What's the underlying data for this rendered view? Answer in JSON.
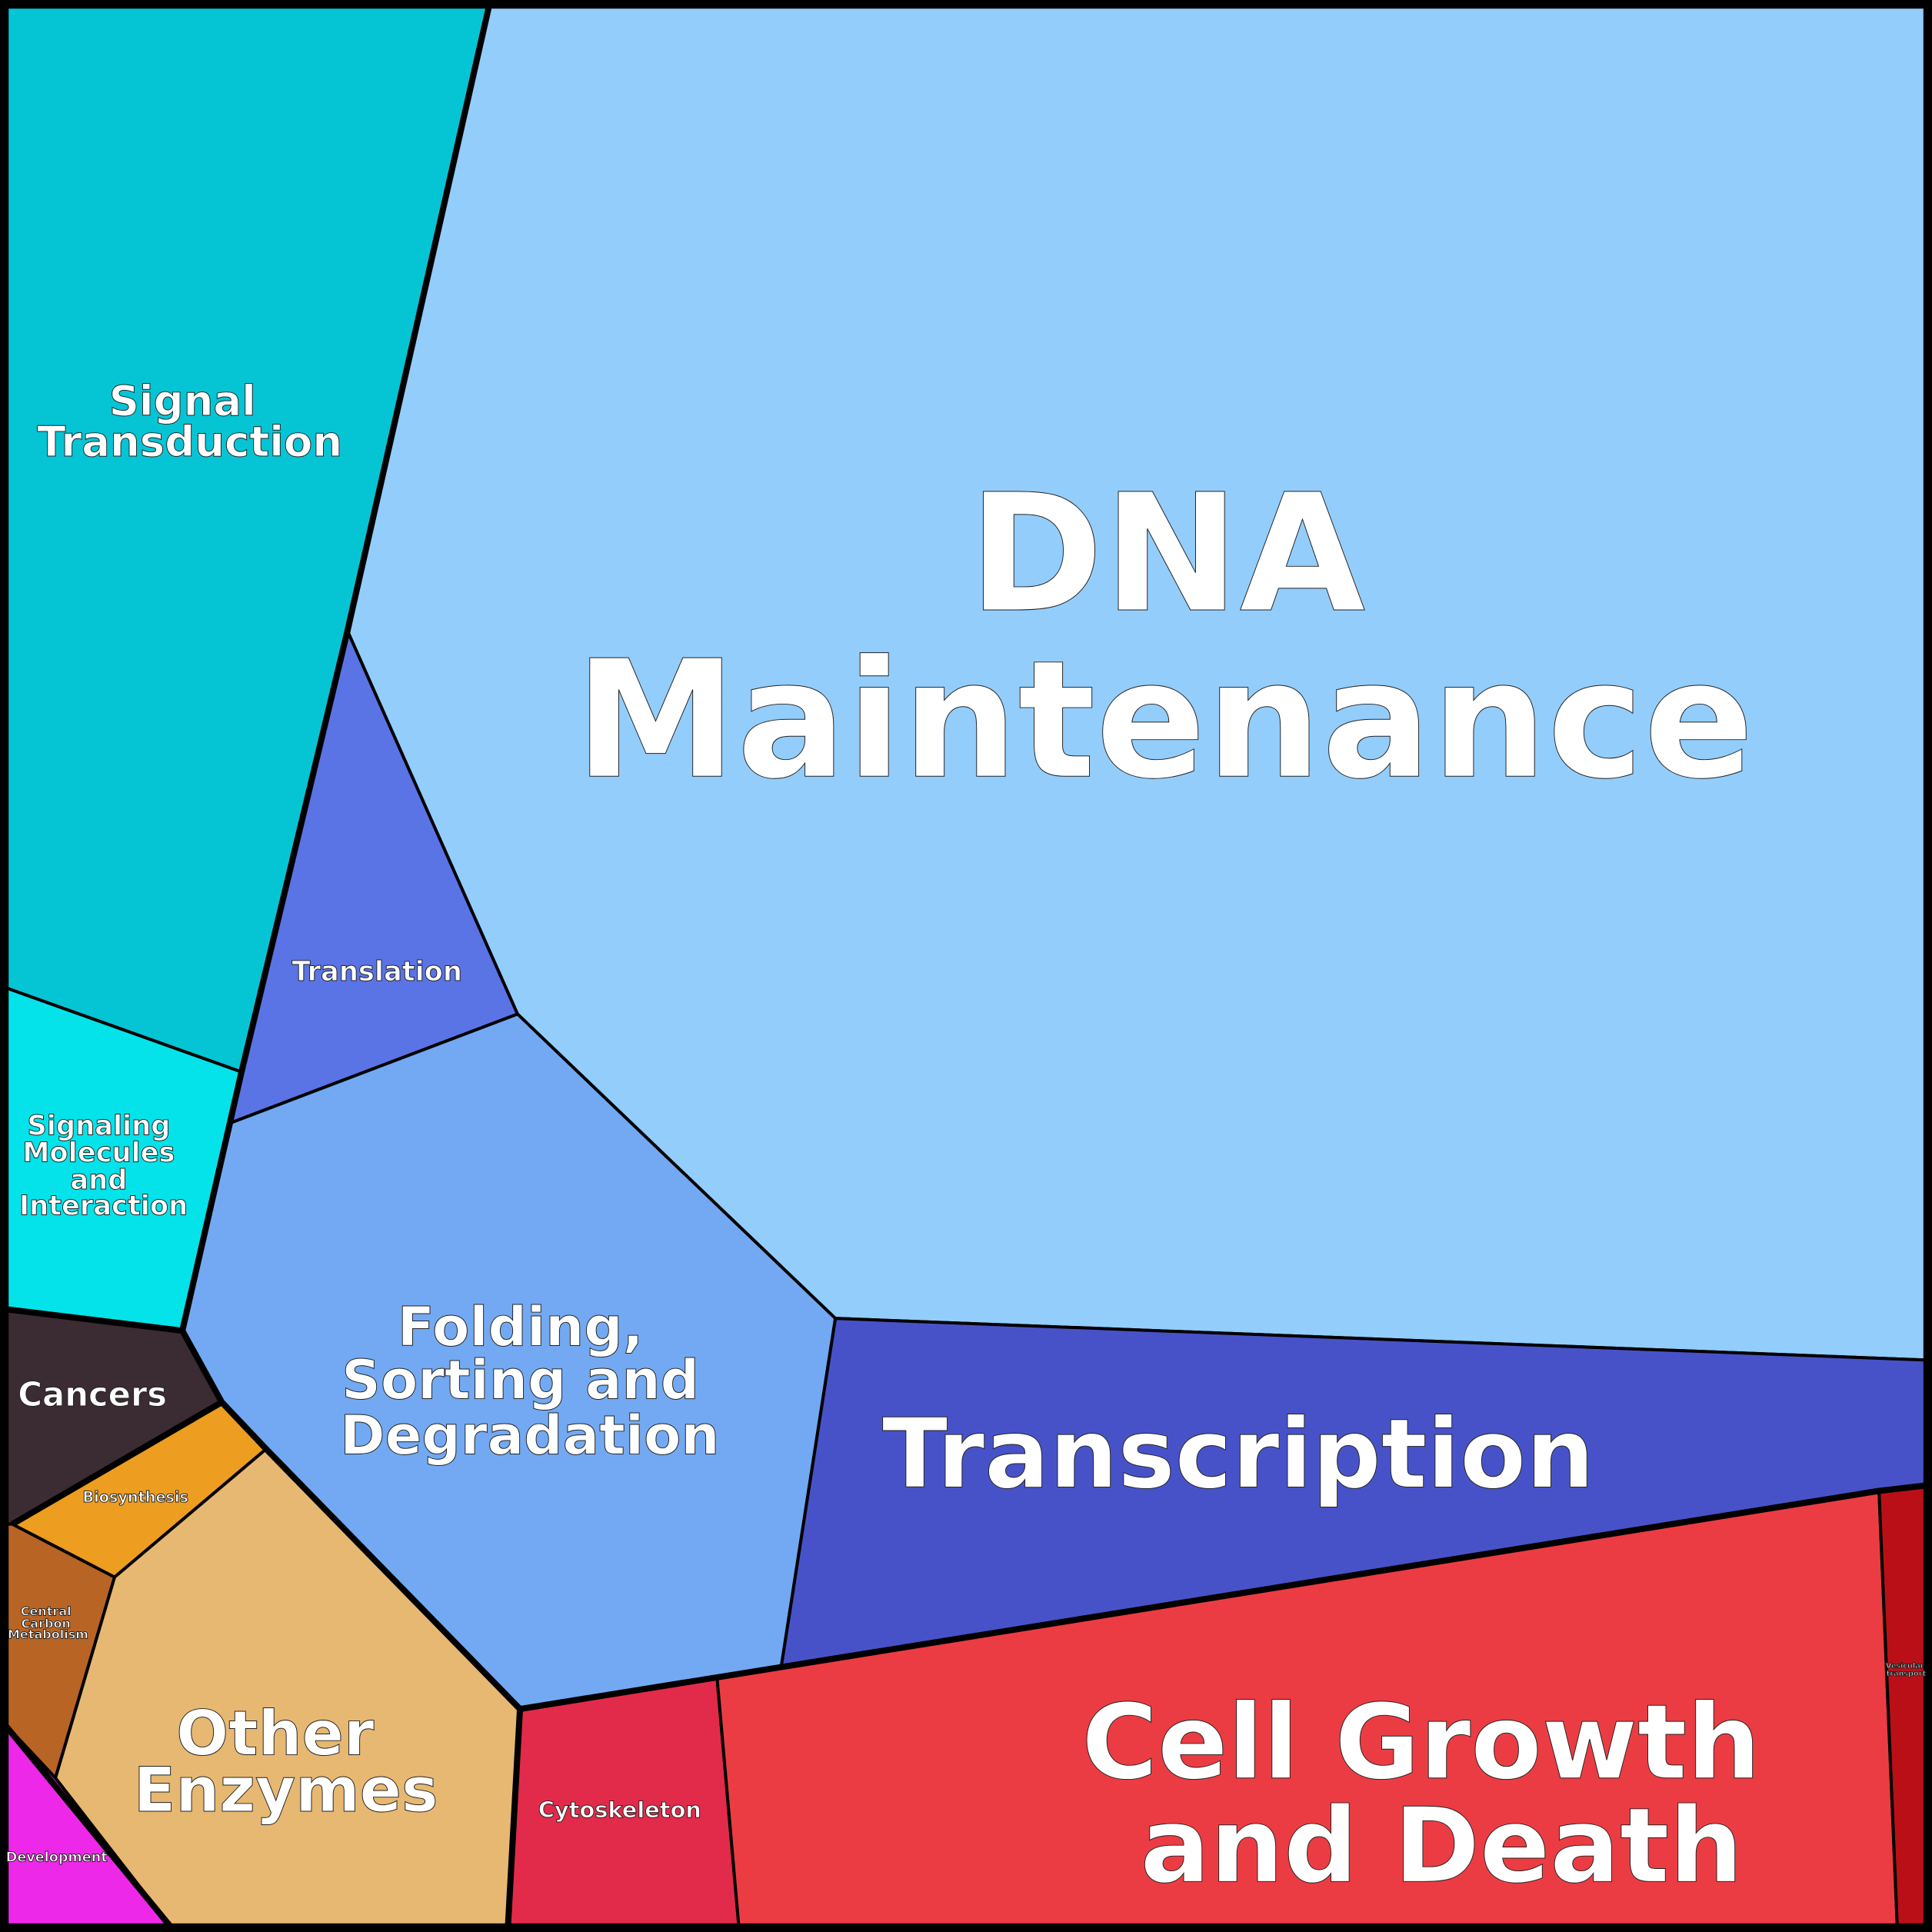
{
  "chart_data": {
    "type": "voronoi-treemap",
    "title": "",
    "cells": [
      {
        "id": "dna",
        "label_lines": [
          "DNA",
          "Maintenance"
        ],
        "color": "#93cdfc"
      },
      {
        "id": "signal",
        "label_lines": [
          "Signal",
          "Transduction"
        ],
        "color": "#05c5d5"
      },
      {
        "id": "translation",
        "label_lines": [
          "Translation"
        ],
        "color": "#5a74e6"
      },
      {
        "id": "signaling",
        "label_lines": [
          "Signaling",
          "Molecules",
          "and",
          "Interaction"
        ],
        "color": "#03e3e9"
      },
      {
        "id": "folding",
        "label_lines": [
          "Folding,",
          "Sorting and",
          "Degradation"
        ],
        "color": "#72a9f2"
      },
      {
        "id": "transcription",
        "label_lines": [
          "Transcription"
        ],
        "color": "#4852c8"
      },
      {
        "id": "cancers",
        "label_lines": [
          "Cancers"
        ],
        "color": "#3b2b33"
      },
      {
        "id": "biosynthesis",
        "label_lines": [
          "Biosynthesis"
        ],
        "color": "#ed9d20"
      },
      {
        "id": "carbon",
        "label_lines": [
          "Central",
          "Carbon",
          "Metabolism"
        ],
        "color": "#b86425"
      },
      {
        "id": "development",
        "label_lines": [
          "Development"
        ],
        "color": "#ee28e8"
      },
      {
        "id": "enzymes",
        "label_lines": [
          "Other",
          "Enzymes"
        ],
        "color": "#e7b872"
      },
      {
        "id": "cytoskeleton",
        "label_lines": [
          "Cytoskeleton"
        ],
        "color": "#e22b4a"
      },
      {
        "id": "cellgrowth",
        "label_lines": [
          "Cell Growth",
          "and Death"
        ],
        "color": "#ec3c43"
      },
      {
        "id": "vesicular",
        "label_lines": [
          "Vesicular",
          "transport"
        ],
        "color": "#bb0f18"
      }
    ]
  }
}
